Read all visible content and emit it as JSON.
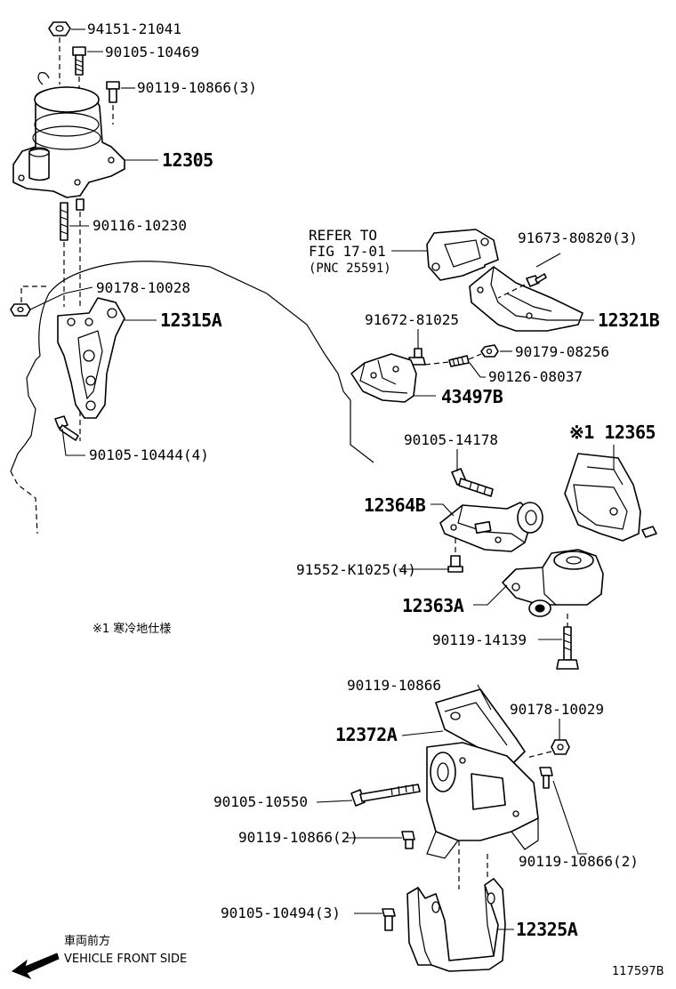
{
  "labels": {
    "p94151_21041": "94151-21041",
    "p90105_10469": "90105-10469",
    "p90119_10866_3": "90119-10866(3)",
    "p12305": "12305",
    "p90116_10230": "90116-10230",
    "p90178_10028": "90178-10028",
    "p12315a": "12315A",
    "p90105_10444_4": "90105-10444(4)",
    "refer_line1": "REFER TO",
    "refer_line2": "FIG 17-01",
    "refer_line3": "(PNC 25591)",
    "p91673_80820_3": "91673-80820(3)",
    "p12321b": "12321B",
    "p91672_81025": "91672-81025",
    "p90179_08256": "90179-08256",
    "p90126_08037": "90126-08037",
    "p43497b": "43497B",
    "p90105_14178": "90105-14178",
    "p12365": "※1 12365",
    "p12364b": "12364B",
    "p91552_k1025_4": "91552-K1025(4)",
    "p12363a": "12363A",
    "p90119_14139": "90119-14139",
    "p90119_10866": "90119-10866",
    "p90178_10029": "90178-10029",
    "p12372a": "12372A",
    "p90105_10550": "90105-10550",
    "p90119_10866_2a": "90119-10866(2)",
    "p90119_10866_2b": "90119-10866(2)",
    "p90105_10494_3": "90105-10494(3)",
    "p12325a": "12325A"
  },
  "notes": {
    "cold_spec": "※1 寒冷地仕様",
    "front_jp": "車両前方",
    "front_en": "VEHICLE FRONT SIDE"
  },
  "figure_number": "117597B"
}
